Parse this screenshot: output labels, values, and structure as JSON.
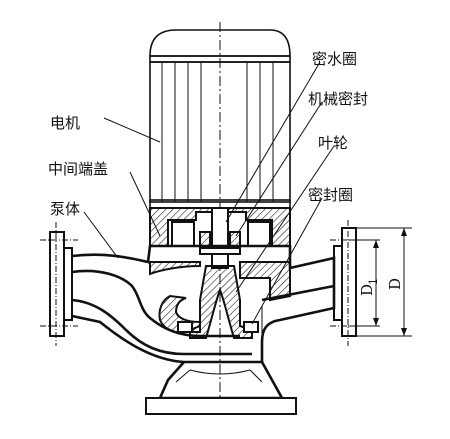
{
  "labels": {
    "motor": "电机",
    "middle_end_cover": "中间端盖",
    "pump_body": "泵体",
    "water_seal_ring": "密水圈",
    "mechanical_seal": "机械密封",
    "impeller": "叶轮",
    "seal_ring": "密封圈"
  },
  "dimensions": {
    "d1": "D",
    "d1_sub": "1",
    "d": "D"
  },
  "colors": {
    "line": "#111111",
    "background": "#ffffff"
  }
}
